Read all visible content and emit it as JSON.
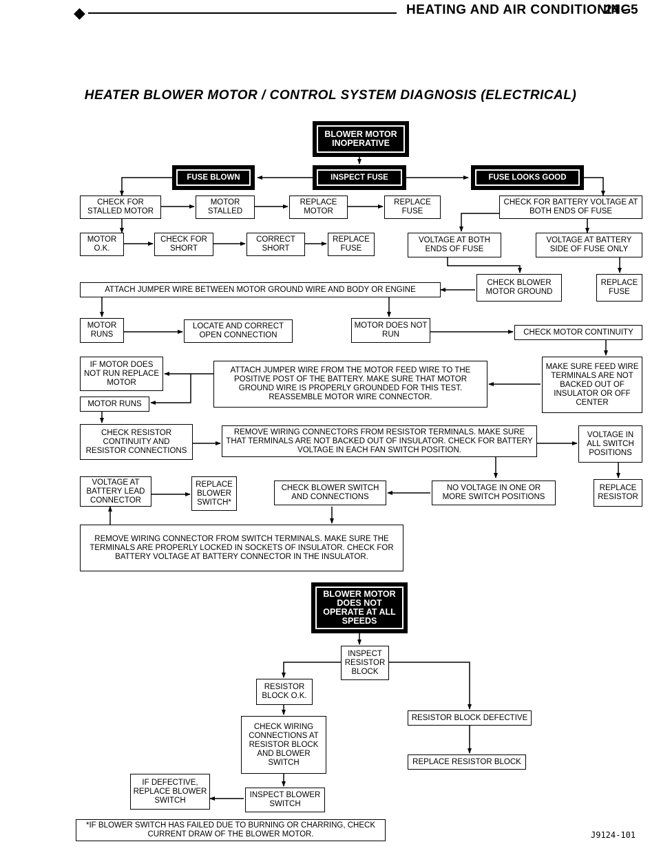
{
  "header": {
    "title": "HEATING AND AIR CONDITIONING",
    "page": "24 - 5"
  },
  "subtitle": "HEATER BLOWER MOTOR / CONTROL SYSTEM DIAGNOSIS (ELECTRICAL)",
  "nodes": {
    "n_start": "BLOWER MOTOR INOPERATIVE",
    "n_fuse_blown": "FUSE BLOWN",
    "n_inspect_fuse": "INSPECT FUSE",
    "n_fuse_good": "FUSE LOOKS GOOD",
    "n_check_stalled": "CHECK FOR STALLED MOTOR",
    "n_motor_stalled": "MOTOR STALLED",
    "n_replace_motor": "REPLACE MOTOR",
    "n_replace_fuse1": "REPLACE FUSE",
    "n_motor_ok": "MOTOR O.K.",
    "n_check_short": "CHECK FOR SHORT",
    "n_correct_short": "CORRECT SHORT",
    "n_replace_fuse2": "REPLACE FUSE",
    "n_check_batt_volt": "CHECK FOR BATTERY VOLTAGE AT BOTH ENDS OF FUSE",
    "n_volt_both": "VOLTAGE AT BOTH ENDS OF FUSE",
    "n_volt_batt_side": "VOLTAGE AT BATTERY SIDE OF FUSE ONLY",
    "n_attach_jumper": "ATTACH JUMPER WIRE BETWEEN MOTOR GROUND WIRE AND BODY OR ENGINE",
    "n_check_ground": "CHECK BLOWER MOTOR GROUND",
    "n_replace_fuse3": "REPLACE FUSE",
    "n_motor_runs": "MOTOR RUNS",
    "n_locate_open": "LOCATE AND CORRECT OPEN CONNECTION",
    "n_motor_not_run": "MOTOR DOES NOT RUN",
    "n_check_continuity": "CHECK MOTOR CONTINUITY",
    "n_if_not_run": "IF MOTOR DOES NOT RUN REPLACE MOTOR",
    "n_motor_runs2": "MOTOR RUNS",
    "n_attach_feed": "ATTACH JUMPER WIRE FROM THE MOTOR FEED WIRE TO THE POSITIVE POST OF THE BATTERY. MAKE SURE THAT MOTOR GROUND WIRE IS PROPERLY GROUNDED FOR THIS TEST. REASSEMBLE MOTOR WIRE CONNECTOR.",
    "n_make_sure_feed": "MAKE SURE FEED WIRE TERMINALS ARE NOT BACKED OUT OF INSULATOR OR OFF CENTER",
    "n_check_resistor": "CHECK RESISTOR CONTINUITY AND RESISTOR CONNECTIONS",
    "n_remove_wiring": "REMOVE WIRING CONNECTORS FROM RESISTOR TERMINALS. MAKE SURE THAT TERMINALS ARE NOT BACKED OUT OF INSULATOR. CHECK FOR BATTERY VOLTAGE IN EACH FAN SWITCH POSITION.",
    "n_volt_all": "VOLTAGE IN ALL SWITCH POSITIONS",
    "n_volt_lead": "VOLTAGE AT BATTERY LEAD CONNECTOR",
    "n_replace_switch": "REPLACE BLOWER SWITCH*",
    "n_check_switch": "CHECK BLOWER SWITCH AND CONNECTIONS",
    "n_no_volt": "NO VOLTAGE IN ONE OR MORE SWITCH POSITIONS",
    "n_replace_resistor": "REPLACE RESISTOR",
    "n_remove_switch": "REMOVE WIRING CONNECTOR FROM SWITCH TERMINALS. MAKE SURE THE TERMINALS ARE PROPERLY LOCKED IN SOCKETS OF INSULATOR. CHECK FOR BATTERY VOLTAGE AT BATTERY CONNECTOR IN THE INSULATOR.",
    "n_start2": "BLOWER MOTOR DOES NOT OPERATE AT ALL SPEEDS",
    "n_inspect_block": "INSPECT RESISTOR BLOCK",
    "n_block_ok": "RESISTOR BLOCK O.K.",
    "n_block_def": "RESISTOR BLOCK DEFECTIVE",
    "n_check_wiring": "CHECK WIRING CONNECTIONS AT RESISTOR BLOCK AND BLOWER SWITCH",
    "n_replace_block": "REPLACE RESISTOR BLOCK",
    "n_if_defective": "IF DEFECTIVE, REPLACE BLOWER SWITCH",
    "n_inspect_switch": "INSPECT BLOWER SWITCH"
  },
  "footnote": "*IF BLOWER SWITCH HAS FAILED DUE TO BURNING OR CHARRING, CHECK CURRENT DRAW OF THE BLOWER MOTOR.",
  "figure_code": "J9124-101"
}
